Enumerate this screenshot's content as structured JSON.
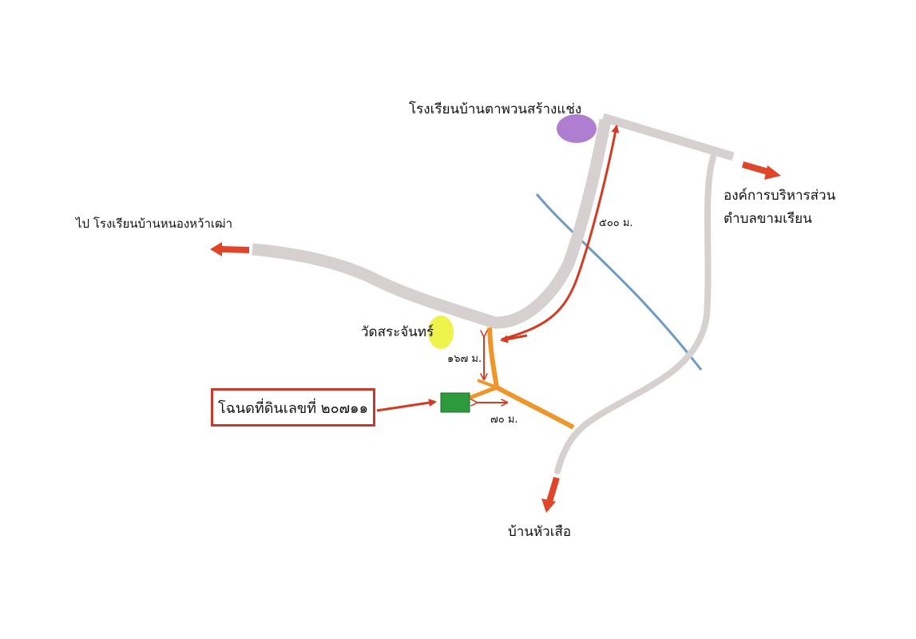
{
  "labels": {
    "school_north": "โรงเรียนบ้านตาพวนสร้างแช่ง",
    "sao_line1": "องค์การบริหารส่วน",
    "sao_line2": "ตำบลขามเรียน",
    "school_west": "ไป โรงเรียนบ้านหนองหว้าเฒ่า",
    "temple": "วัดสระจันทร์",
    "village_south": "บ้านหัวเสือ",
    "deed": "โฉนดที่ดินเลขที่ ๒๐๗๑๑"
  },
  "distances": {
    "north_road": "๕๐๐ ม.",
    "south_branch": "๑๖๗ ม.",
    "to_plot": "๗๐ ม."
  },
  "colors": {
    "main_road": "#d6d0d0",
    "lane": "#f0952a",
    "arrow": "#e0452a",
    "route": "#d43b22",
    "canal": "#6e9bc5",
    "school_marker": "#b07ed0",
    "temple_marker": "#eef24a",
    "plot_marker": "#2e9a3e",
    "deed_border": "#c8392b"
  }
}
